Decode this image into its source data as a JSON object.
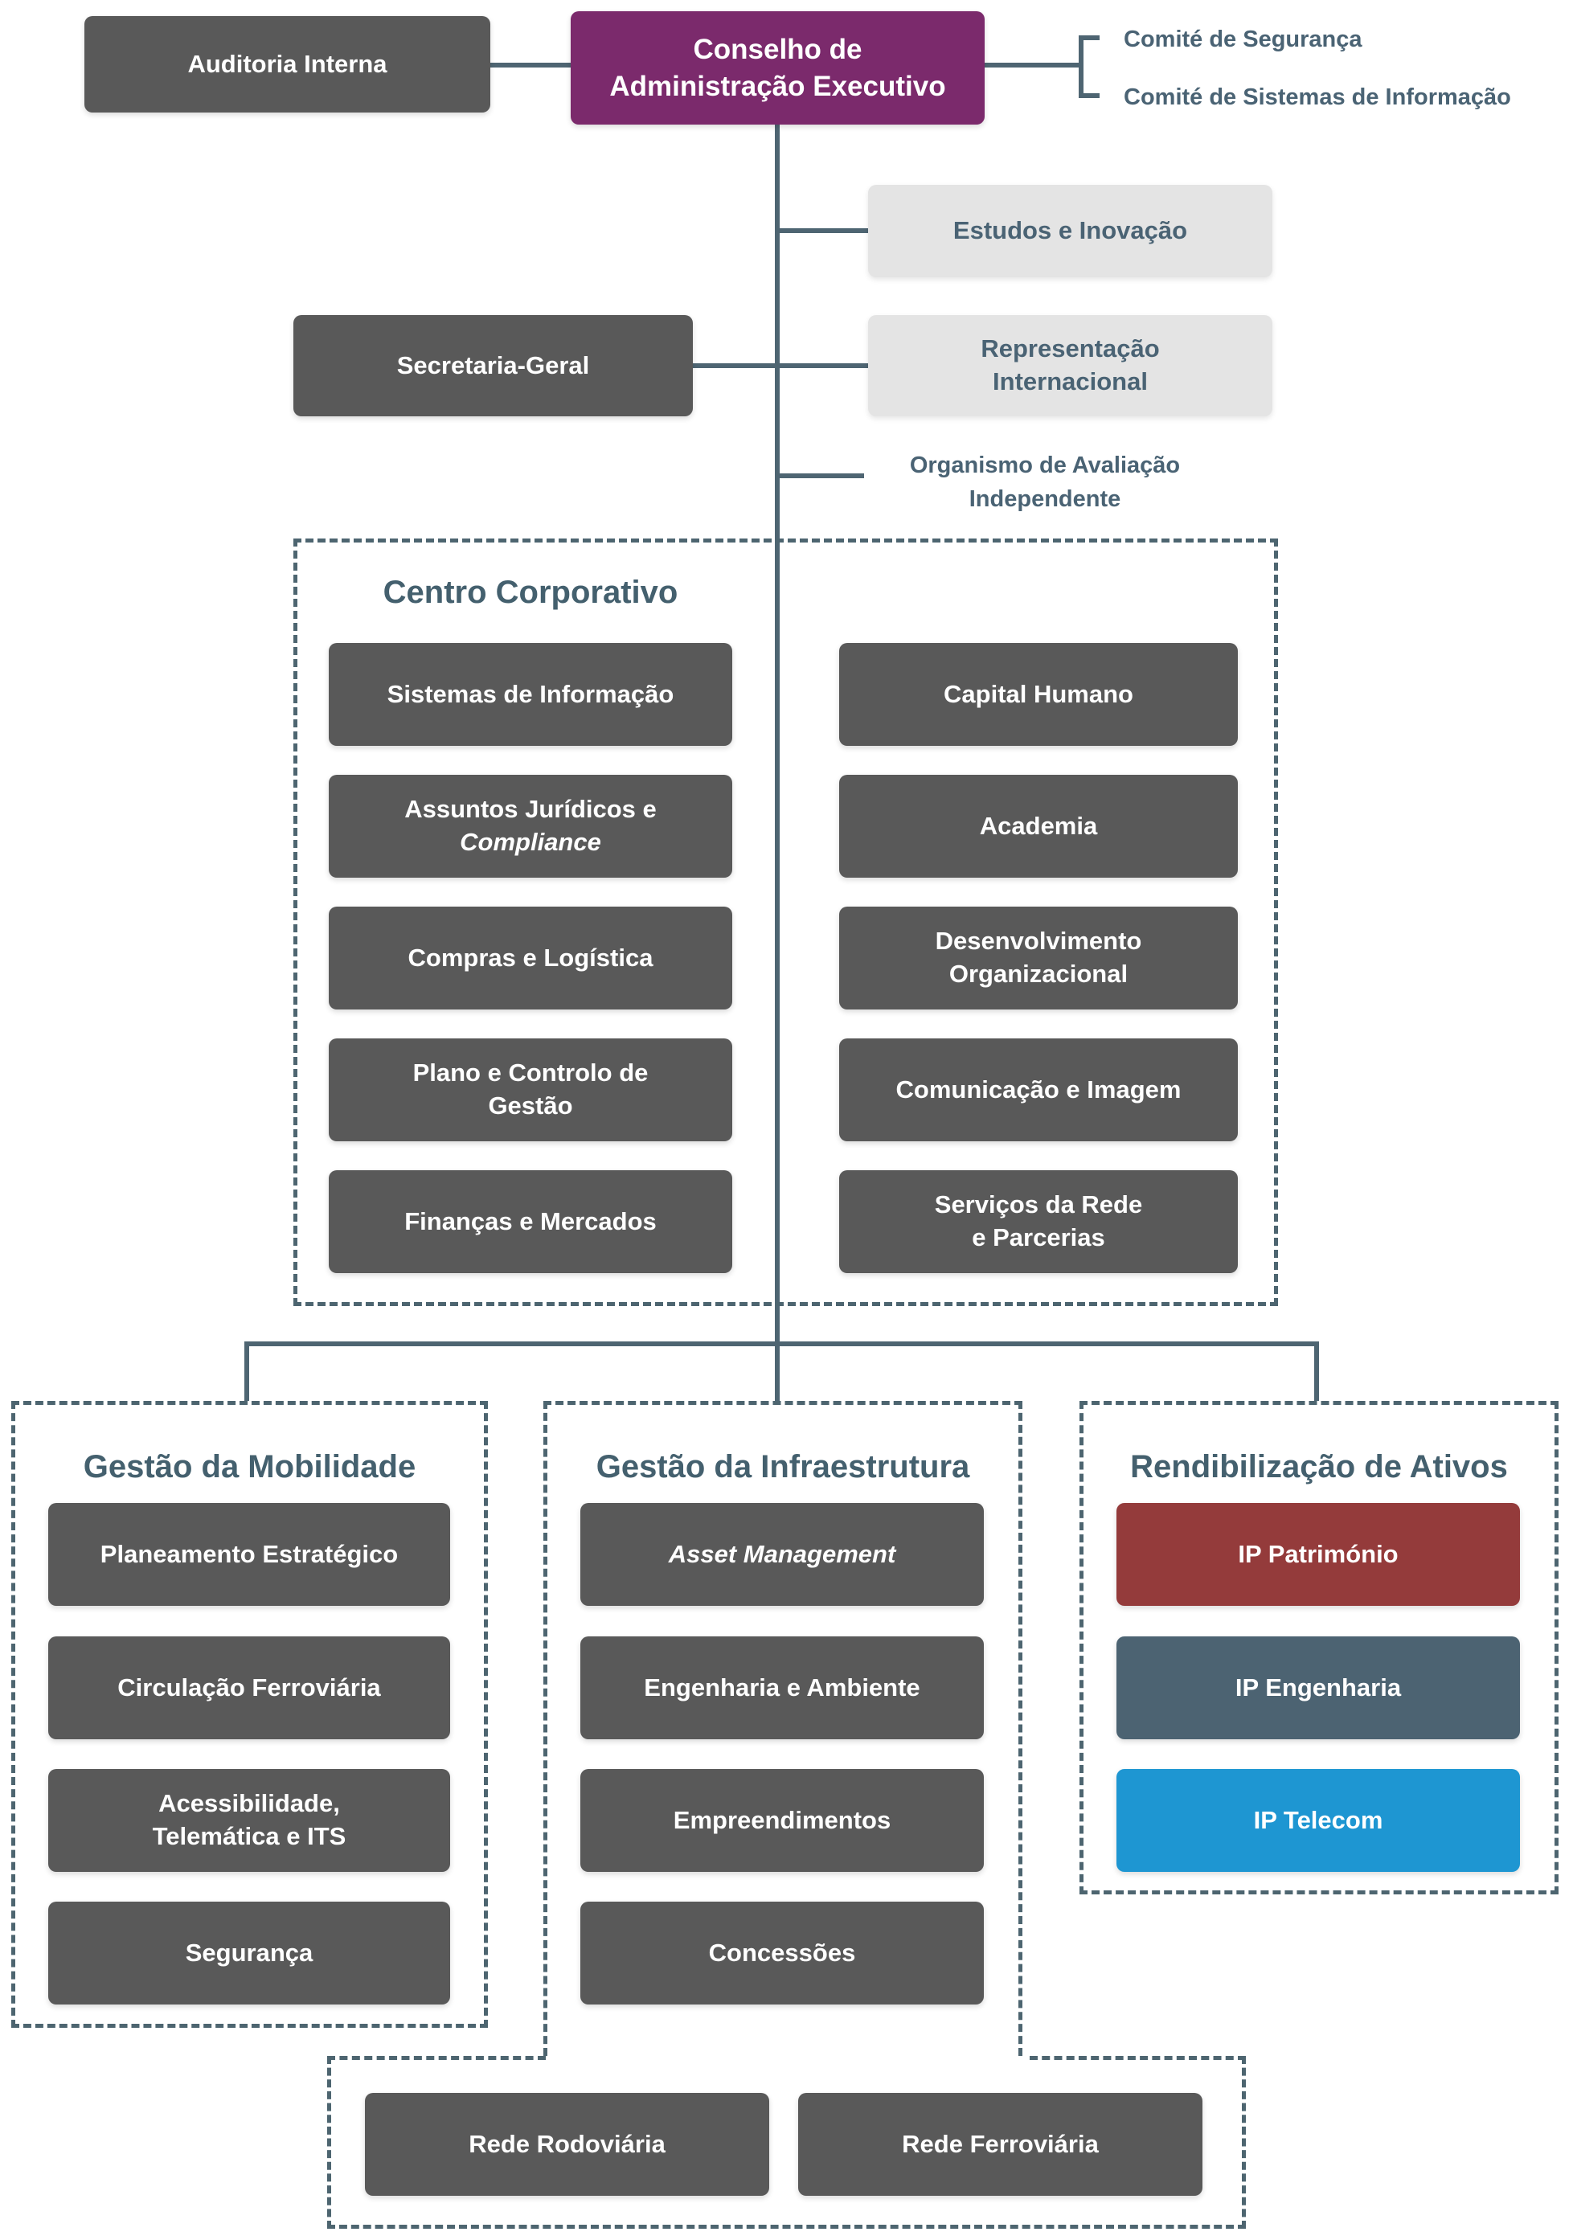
{
  "colors": {
    "slate_line": "#4E6572",
    "dashed_border": "#4D6570",
    "dark_gray_box": "#595959",
    "light_gray_box": "#E4E4E4",
    "purple_box": "#7B2A6C",
    "red_box": "#943B3B",
    "steel_box": "#4C6372",
    "blue_box": "#1E96D2",
    "title_text": "#44606E"
  },
  "top": {
    "auditoria": {
      "lines": [
        {
          "t": "Auditoria Interna"
        }
      ]
    },
    "conselho": {
      "lines": [
        {
          "t": "Conselho de"
        },
        {
          "t": "Administração Executivo"
        }
      ]
    },
    "comites": {
      "item1": "Comité de Segurança",
      "item2": "Comité de Sistemas de Informação"
    },
    "estudos": {
      "lines": [
        {
          "t": "Estudos e Inovação"
        }
      ]
    },
    "secretaria": {
      "lines": [
        {
          "t": "Secretaria-Geral"
        }
      ]
    },
    "representacao": {
      "lines": [
        {
          "t": "Representação"
        },
        {
          "t": "Internacional"
        }
      ]
    },
    "organismo": {
      "lines": [
        {
          "t": "Organismo de Avaliação"
        },
        {
          "t": "Independente"
        }
      ]
    }
  },
  "centro": {
    "title": "Centro Corporativo",
    "left": [
      {
        "lines": [
          {
            "t": "Sistemas de Informação"
          }
        ]
      },
      {
        "lines": [
          {
            "t": "Assuntos Jurídicos e"
          },
          {
            "t": "Compliance",
            "i": true
          }
        ]
      },
      {
        "lines": [
          {
            "t": "Compras e Logística"
          }
        ]
      },
      {
        "lines": [
          {
            "t": "Plano e Controlo de"
          },
          {
            "t": "Gestão"
          }
        ]
      },
      {
        "lines": [
          {
            "t": "Finanças e Mercados"
          }
        ]
      }
    ],
    "right": [
      {
        "lines": [
          {
            "t": "Capital Humano"
          }
        ]
      },
      {
        "lines": [
          {
            "t": "Academia"
          }
        ]
      },
      {
        "lines": [
          {
            "t": "Desenvolvimento"
          },
          {
            "t": "Organizacional"
          }
        ]
      },
      {
        "lines": [
          {
            "t": "Comunicação e Imagem"
          }
        ]
      },
      {
        "lines": [
          {
            "t": "Serviços da Rede"
          },
          {
            "t": "e Parcerias"
          }
        ]
      }
    ]
  },
  "sections": {
    "mobilidade": {
      "title": "Gestão da Mobilidade",
      "boxes": [
        {
          "lines": [
            {
              "t": "Planeamento Estratégico"
            }
          ]
        },
        {
          "lines": [
            {
              "t": "Circulação Ferroviária"
            }
          ]
        },
        {
          "lines": [
            {
              "t": "Acessibilidade,"
            },
            {
              "t": "Telemática e ITS"
            }
          ]
        },
        {
          "lines": [
            {
              "t": "Segurança"
            }
          ]
        }
      ]
    },
    "infraestrutura": {
      "title": "Gestão da Infraestrutura",
      "boxes": [
        {
          "lines": [
            {
              "t": "Asset Management",
              "i": true
            }
          ]
        },
        {
          "lines": [
            {
              "t": "Engenharia e Ambiente"
            }
          ]
        },
        {
          "lines": [
            {
              "t": "Empreendimentos"
            }
          ]
        },
        {
          "lines": [
            {
              "t": "Concessões"
            }
          ]
        }
      ]
    },
    "rendibilizacao": {
      "title": "Rendibilização de Ativos",
      "boxes": [
        {
          "lines": [
            {
              "t": "IP Património"
            }
          ],
          "bg": "#943B3B"
        },
        {
          "lines": [
            {
              "t": "IP Engenharia"
            }
          ],
          "bg": "#4C6372"
        },
        {
          "lines": [
            {
              "t": "IP Telecom"
            }
          ],
          "bg": "#1E96D2"
        }
      ]
    }
  },
  "bottom": {
    "boxes": [
      {
        "lines": [
          {
            "t": "Rede Rodoviária"
          }
        ]
      },
      {
        "lines": [
          {
            "t": "Rede Ferroviária"
          }
        ]
      }
    ]
  }
}
